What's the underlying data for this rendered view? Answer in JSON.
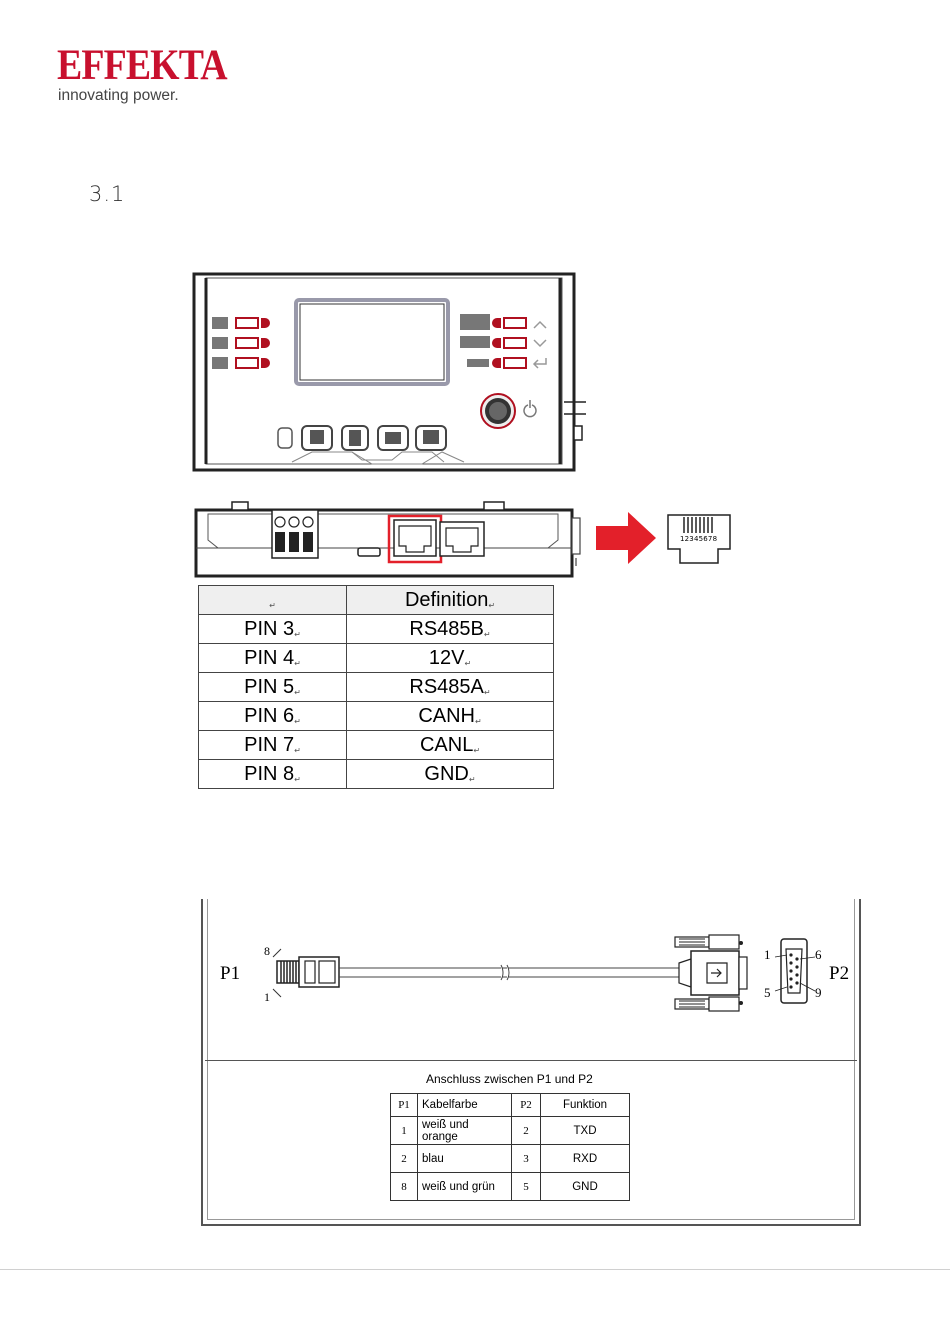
{
  "logo": {
    "brand": "EFFEKTA",
    "tagline": "innovating power."
  },
  "section": {
    "number": "3.1"
  },
  "jack": {
    "pin_digits": "12345678"
  },
  "pin_table": {
    "header": {
      "pin": "",
      "definition": "Definition"
    },
    "rows": [
      {
        "pin": "PIN 3",
        "definition": "RS485B"
      },
      {
        "pin": "PIN 4",
        "definition": "12V"
      },
      {
        "pin": "PIN 5",
        "definition": "RS485A"
      },
      {
        "pin": "PIN 6",
        "definition": "CANH"
      },
      {
        "pin": "PIN 7",
        "definition": "CANL"
      },
      {
        "pin": "PIN 8",
        "definition": "GND"
      }
    ],
    "cell_mark": "↵"
  },
  "cable": {
    "p1_label": "P1",
    "p2_label": "P2",
    "p1_pin_top": "8",
    "p1_pin_bottom": "1",
    "p2_pins": {
      "tl": "1",
      "tr": "6",
      "bl": "5",
      "br": "9"
    },
    "caption": "Anschluss zwischen P1 und P2",
    "table": {
      "headers": {
        "p1": "P1",
        "color": "Kabelfarbe",
        "p2": "P2",
        "function": "Funktion"
      },
      "rows": [
        {
          "p1": "1",
          "color": "weiß und orange",
          "p2": "2",
          "function": "TXD"
        },
        {
          "p1": "2",
          "color": "blau",
          "p2": "3",
          "function": "RXD"
        },
        {
          "p1": "8",
          "color": "weiß und grün",
          "p2": "5",
          "function": "GND"
        }
      ]
    }
  },
  "colors": {
    "brand_red": "#c8102e",
    "highlight_red": "#e3202a"
  }
}
